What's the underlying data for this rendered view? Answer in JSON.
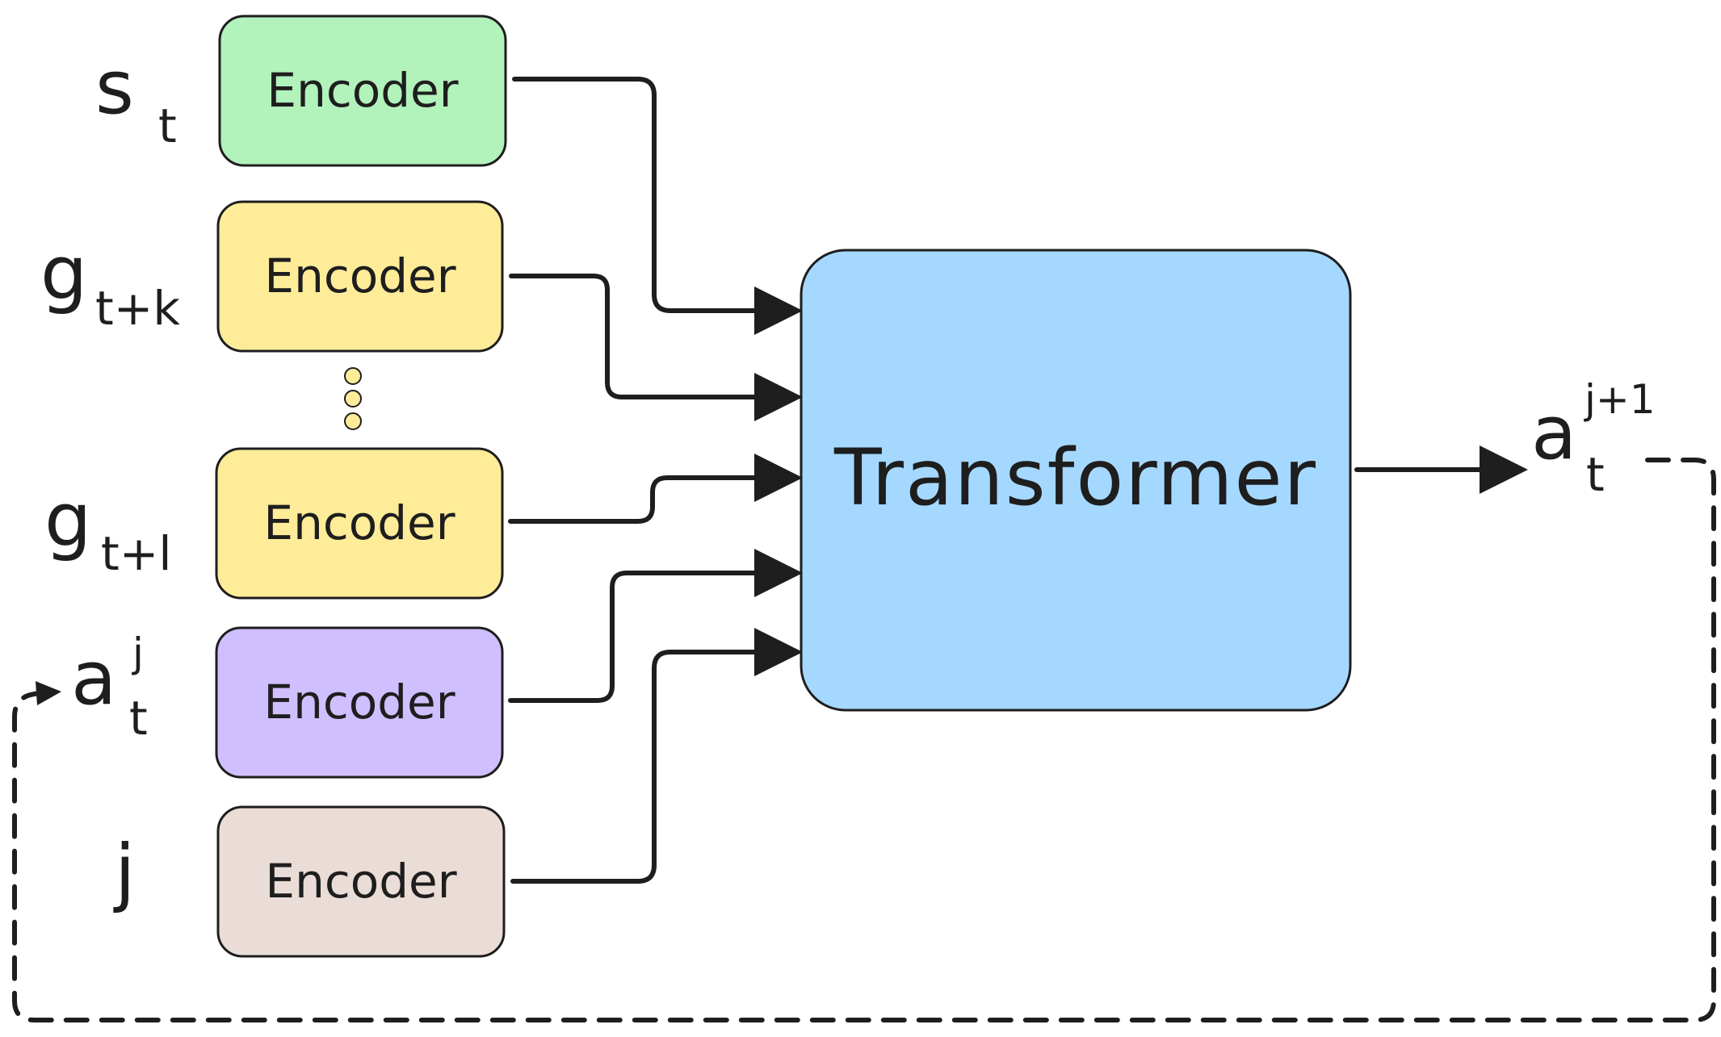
{
  "encoders": [
    {
      "label": "Encoder",
      "fill": "#b2f2bb",
      "input": {
        "base": "s",
        "sub": "t",
        "sup": ""
      }
    },
    {
      "label": "Encoder",
      "fill": "#ffec99",
      "input": {
        "base": "g",
        "sub": "t+k",
        "sup": ""
      }
    },
    {
      "label": "Encoder",
      "fill": "#ffec99",
      "input": {
        "base": "g",
        "sub": "t+l",
        "sup": ""
      }
    },
    {
      "label": "Encoder",
      "fill": "#d0bfff",
      "input": {
        "base": "a",
        "sub": "t",
        "sup": "j"
      }
    },
    {
      "label": "Encoder",
      "fill": "#eaddd7",
      "input": {
        "base": "j",
        "sub": "",
        "sup": ""
      }
    }
  ],
  "ellipsis_color": "#ffec99",
  "transformer": {
    "label": "Transformer",
    "fill": "#a5d8ff"
  },
  "output": {
    "base": "a",
    "sub": "t",
    "sup": "j+1"
  },
  "feedback": "dashed"
}
